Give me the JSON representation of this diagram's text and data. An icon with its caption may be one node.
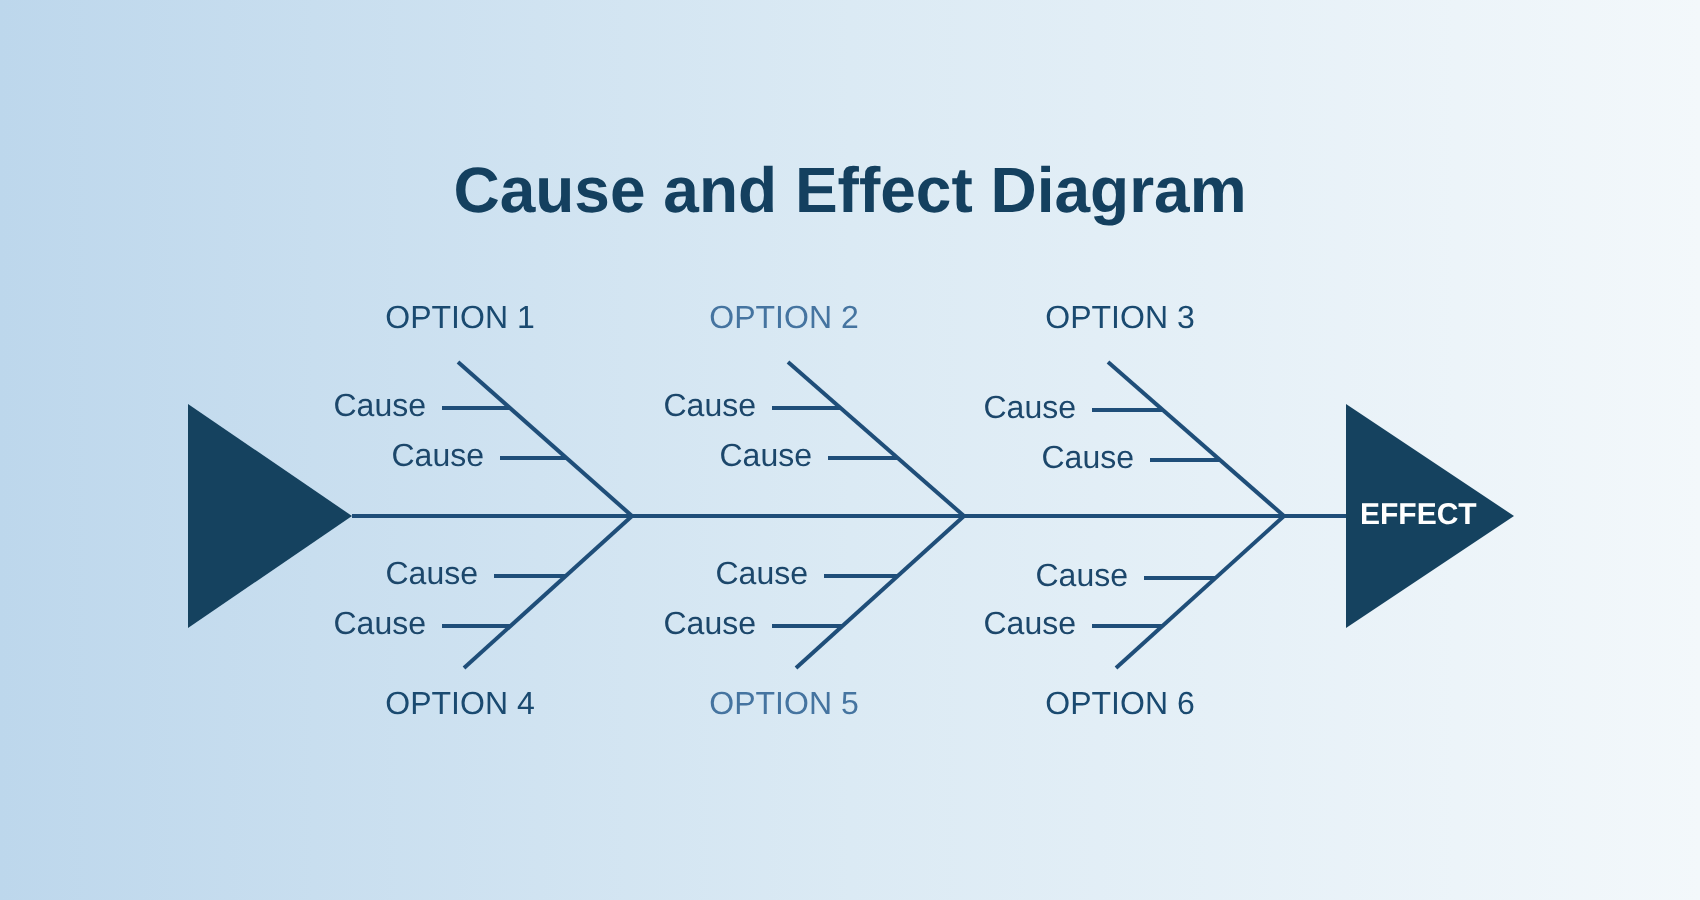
{
  "diagram": {
    "title": "Cause and Effect Diagram",
    "nodes": [
      {
        "text": [],
        "shape": "triangle"
      },
      {
        "text": [
          "OPTION 1"
        ]
      },
      {
        "text": [
          "Cause"
        ]
      },
      {
        "text": [
          "Cause"
        ]
      },
      {
        "text": [
          "OPTION 2"
        ]
      },
      {
        "text": [
          "Cause"
        ]
      },
      {
        "text": [
          "Cause"
        ]
      },
      {
        "text": [
          "OPTION 3"
        ]
      },
      {
        "text": [
          "Cause"
        ]
      },
      {
        "text": [
          "Cause"
        ]
      },
      {
        "text": [
          "EFFECT"
        ]
      },
      {
        "text": [
          "Cause"
        ]
      },
      {
        "text": [
          "Cause"
        ]
      },
      {
        "text": [
          "OPTION 4"
        ]
      },
      {
        "text": [
          "Cause"
        ]
      },
      {
        "text": [
          "Cause"
        ]
      },
      {
        "text": [
          "OPTION 5"
        ]
      },
      {
        "text": [
          "Cause"
        ]
      },
      {
        "text": [
          "Cause"
        ]
      },
      {
        "text": [
          "OPTION 6"
        ]
      }
    ],
    "edges": [
      {
        "from": 0,
        "to": 10,
        "arrow": "none"
      },
      {
        "from": 1,
        "to": null,
        "arrow": "none"
      },
      {
        "from": 2,
        "to": null,
        "arrow": "none"
      },
      {
        "from": 3,
        "to": null,
        "arrow": "none"
      },
      {
        "from": 4,
        "to": null,
        "arrow": "none"
      },
      {
        "from": 5,
        "to": null,
        "arrow": "none"
      },
      {
        "from": 6,
        "to": null,
        "arrow": "none"
      },
      {
        "from": 7,
        "to": null,
        "arrow": "none"
      },
      {
        "from": 8,
        "to": null,
        "arrow": "none"
      },
      {
        "from": 9,
        "to": null,
        "arrow": "none"
      },
      {
        "from": 13,
        "to": null,
        "arrow": "none"
      },
      {
        "from": 11,
        "to": null,
        "arrow": "none"
      },
      {
        "from": 12,
        "to": null,
        "arrow": "none"
      },
      {
        "from": 16,
        "to": null,
        "arrow": "none"
      },
      {
        "from": 14,
        "to": null,
        "arrow": "none"
      },
      {
        "from": 15,
        "to": null,
        "arrow": "none"
      },
      {
        "from": 19,
        "to": null,
        "arrow": "none"
      },
      {
        "from": 17,
        "to": null,
        "arrow": "none"
      },
      {
        "from": 18,
        "to": null,
        "arrow": "none"
      }
    ]
  }
}
